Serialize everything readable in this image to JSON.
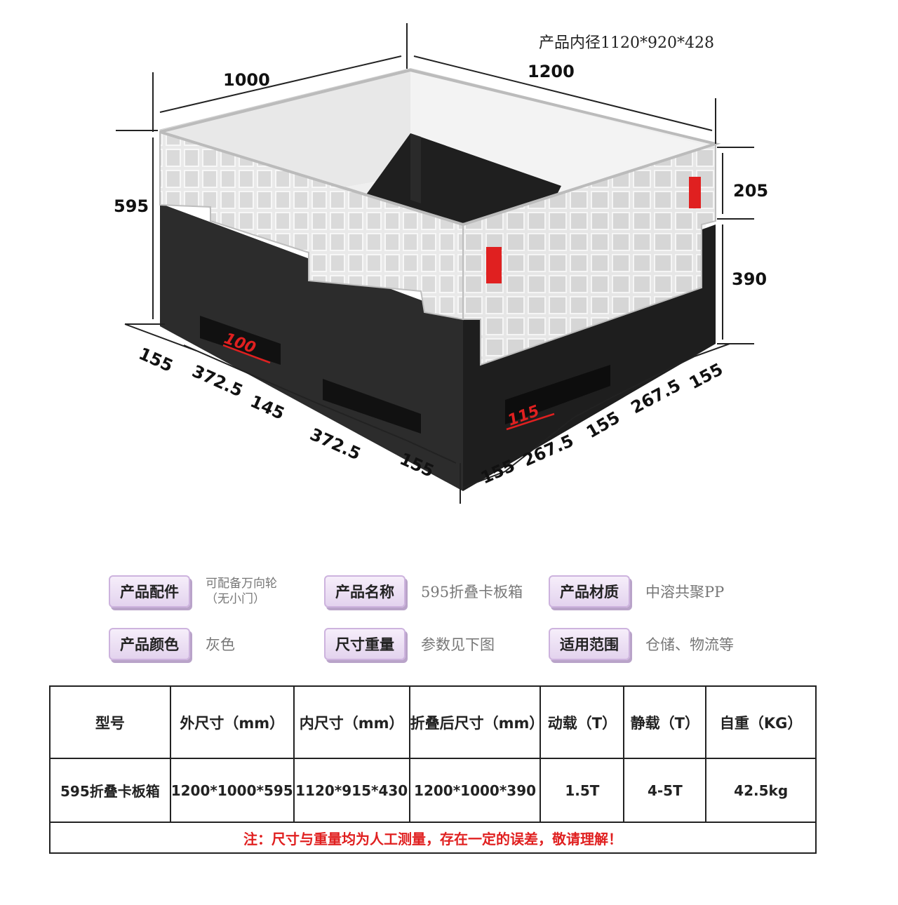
{
  "diagram": {
    "inner_size_label": "产品内径1120*920*428",
    "dims": {
      "top_left": "1000",
      "top_right": "1200",
      "height_total": "595",
      "height_upper": "205",
      "height_lower": "390",
      "front_a": "155",
      "front_b": "372.5",
      "front_c": "145",
      "front_d": "372.5",
      "front_e": "155",
      "side_a": "155",
      "side_b": "267.5",
      "side_c": "155",
      "side_d": "267.5",
      "side_e": "155",
      "red_front": "100",
      "red_side": "115"
    },
    "colors": {
      "base": "#2b2b2b",
      "walls": "#e6e6e6",
      "accent": "#e02020"
    }
  },
  "specs": [
    {
      "label": "产品配件",
      "value": "可配备万向轮（无小门）"
    },
    {
      "label": "产品名称",
      "value": "595折叠卡板箱"
    },
    {
      "label": "产品材质",
      "value": "中溶共聚PP"
    },
    {
      "label": "产品颜色",
      "value": "灰色"
    },
    {
      "label": "尺寸重量",
      "value": "参数见下图"
    },
    {
      "label": "适用范围",
      "value": "仓储、物流等"
    }
  ],
  "table": {
    "headers": [
      "型号",
      "外尺寸（mm）",
      "内尺寸（mm）",
      "折叠后尺寸（mm）",
      "动载（T）",
      "静载（T）",
      "自重（KG）"
    ],
    "rows": [
      [
        "595折叠卡板箱",
        "1200*1000*595",
        "1120*915*430",
        "1200*1000*390",
        "1.5T",
        "4-5T",
        "42.5kg"
      ]
    ],
    "note": "注：尺寸与重量均为人工测量，存在一定的误差，敬请理解！"
  }
}
